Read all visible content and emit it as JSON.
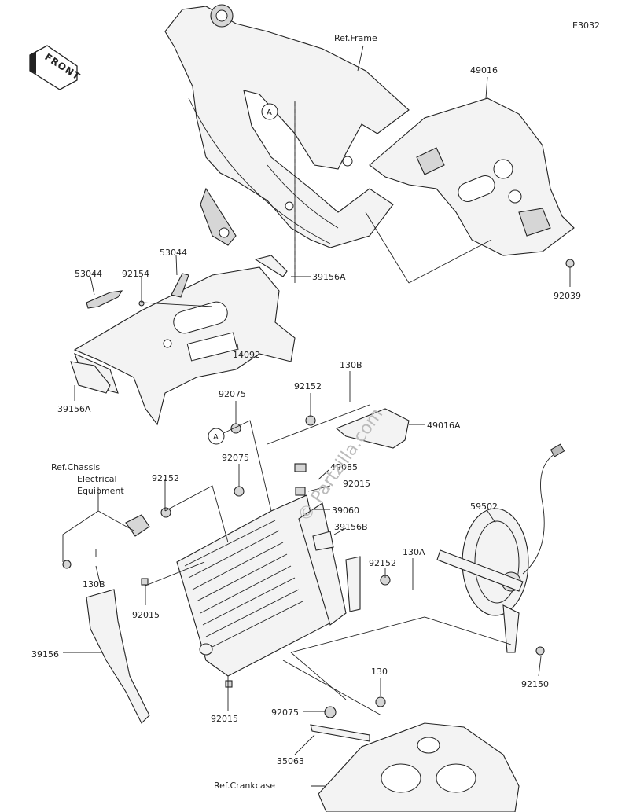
{
  "diagram_code": "E3032",
  "front_label": "FRONT",
  "watermark": "© Partzilla.com",
  "refs": {
    "frame": "Ref.Frame",
    "chassis": [
      "Ref.Chassis",
      "Electrical",
      "Equipment"
    ],
    "crankcase": "Ref.Crankcase"
  },
  "callouts": {
    "a_top": "A",
    "a_mid": "A"
  },
  "parts": [
    {
      "id": "p49016",
      "label": "49016"
    },
    {
      "id": "p92039",
      "label": "92039"
    },
    {
      "id": "p53044a",
      "label": "53044"
    },
    {
      "id": "p53044b",
      "label": "53044"
    },
    {
      "id": "p92154",
      "label": "92154"
    },
    {
      "id": "p39156a_top",
      "label": "39156A"
    },
    {
      "id": "p14092",
      "label": "14092"
    },
    {
      "id": "p39156a_left",
      "label": "39156A"
    },
    {
      "id": "p130b_top",
      "label": "130B"
    },
    {
      "id": "p92152_top",
      "label": "92152"
    },
    {
      "id": "p92075_a",
      "label": "92075"
    },
    {
      "id": "p49016a",
      "label": "49016A"
    },
    {
      "id": "p92075_b",
      "label": "92075"
    },
    {
      "id": "p49085",
      "label": "49085"
    },
    {
      "id": "p92015_top",
      "label": "92015"
    },
    {
      "id": "p92152_left",
      "label": "92152"
    },
    {
      "id": "p39060",
      "label": "39060"
    },
    {
      "id": "p59502",
      "label": "59502"
    },
    {
      "id": "p39156b",
      "label": "39156B"
    },
    {
      "id": "p130a",
      "label": "130A"
    },
    {
      "id": "p130b_left",
      "label": "130B"
    },
    {
      "id": "p92152_right",
      "label": "92152"
    },
    {
      "id": "p92015_left",
      "label": "92015"
    },
    {
      "id": "p39156",
      "label": "39156"
    },
    {
      "id": "p92150",
      "label": "92150"
    },
    {
      "id": "p130",
      "label": "130"
    },
    {
      "id": "p92075_c",
      "label": "92075"
    },
    {
      "id": "p92015_bottom",
      "label": "92015"
    },
    {
      "id": "p35063",
      "label": "35063"
    }
  ]
}
